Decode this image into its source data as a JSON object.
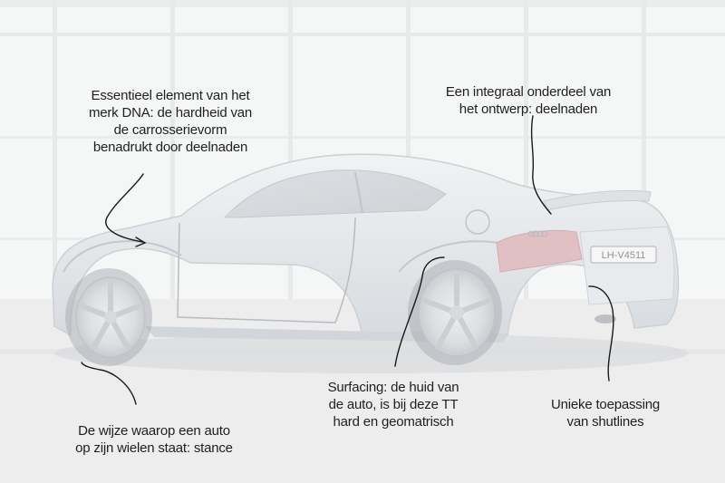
{
  "annotations": {
    "dna": {
      "lines": [
        "Essentieel element van het",
        "merk DNA: de hardheid van",
        "de carrosserievorm",
        "benadrukt door deelnaden"
      ]
    },
    "deelnaden": {
      "lines": [
        "Een integraal onderdeel van",
        "het ontwerp: deelnaden"
      ]
    },
    "stance": {
      "lines": [
        "De wijze waarop een auto",
        "op zijn wielen staat: stance"
      ]
    },
    "surfacing": {
      "lines": [
        "Surfacing: de huid van",
        "de auto, is bij deze TT",
        "hard en geomatrisch"
      ]
    },
    "shutlines": {
      "lines": [
        "Unieke toepassing",
        "van shutlines"
      ]
    }
  },
  "car": {
    "license_plate": "LH-V4511"
  },
  "colors": {
    "background": "#efefef",
    "car_body": "#e2e4e7",
    "tail_light": "#d9b3b6",
    "annotation_line": "#1a1a1a"
  }
}
